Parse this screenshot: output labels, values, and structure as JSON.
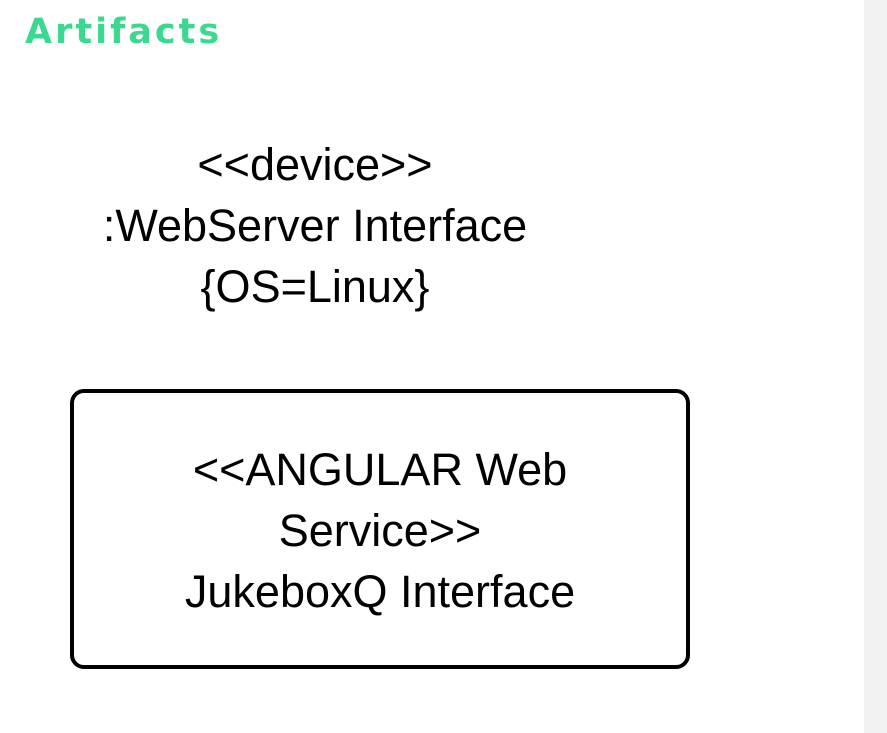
{
  "heading": "Artifacts",
  "accent_color": "#3ad98f",
  "device_node": {
    "stereotype": "<<device>>",
    "name": ":WebServer Interface",
    "constraint": "{OS=Linux}"
  },
  "artifact": {
    "stereotype_line1": "<<ANGULAR Web",
    "stereotype_line2": "Service>>",
    "name": "JukeboxQ Interface"
  }
}
